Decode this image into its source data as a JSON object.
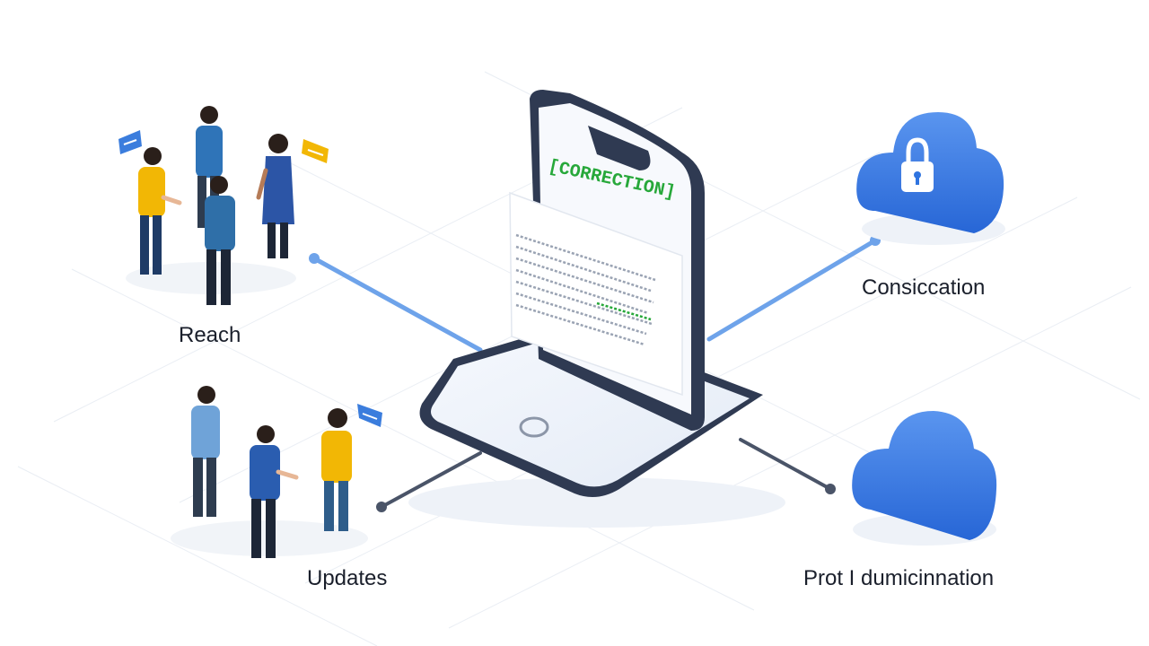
{
  "labels": {
    "reach": "Reach",
    "updates": "Updates",
    "security": "Consiccation",
    "protection": "Prot I dumicinnation"
  },
  "device": {
    "banner_text": "[CORRECTION]",
    "home_button": "home-button"
  },
  "icons": {
    "top_cloud": "cloud-lock-icon",
    "bottom_cloud": "cloud-icon",
    "chat_bubbles": "speech-bubble-icon"
  },
  "colors": {
    "accent_blue": "#3b7ddd",
    "cloud_blue": "#2f74e0",
    "device_dark": "#2f3a52",
    "correction_green": "#27a83a",
    "connector_blue": "#6ea3ea",
    "connector_dark": "#4a5468",
    "bubble_yellow": "#f2b705"
  }
}
